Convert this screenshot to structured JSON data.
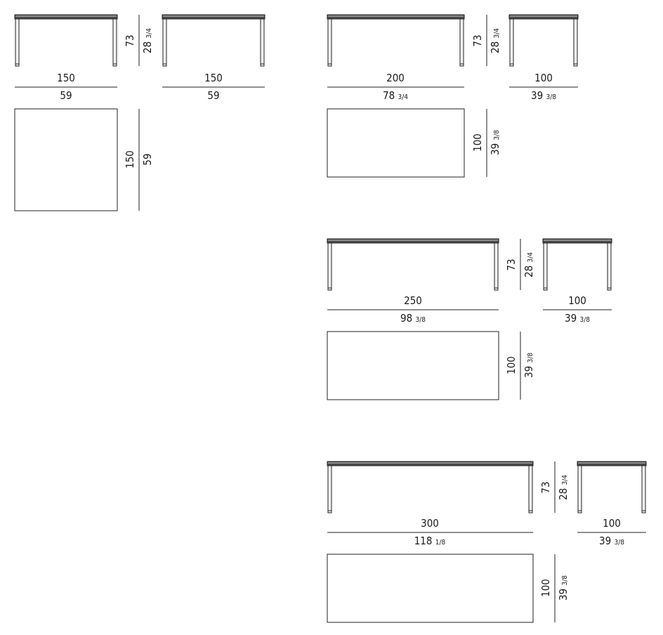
{
  "colors": {
    "stroke": "#222222",
    "top_fill": "#4a4a4a",
    "top_highlight": "#d0d0d0",
    "leg_fill": "#f2f2f2",
    "background": "#ffffff"
  },
  "units_note": "cm above line, inches below line",
  "groups": [
    {
      "id": "150",
      "height_cm": "73",
      "height_in": "28",
      "height_in_frac": "3/4",
      "front_width_cm": "150",
      "front_width_in": "59",
      "front_width_in_frac": "",
      "side_depth_cm": "150",
      "side_depth_in": "59",
      "side_depth_in_frac": "",
      "plan_depth_cm": "150",
      "plan_depth_in": "59",
      "plan_depth_in_frac": ""
    },
    {
      "id": "200",
      "height_cm": "73",
      "height_in": "28",
      "height_in_frac": "3/4",
      "front_width_cm": "200",
      "front_width_in": "78",
      "front_width_in_frac": "3/4",
      "side_depth_cm": "100",
      "side_depth_in": "39",
      "side_depth_in_frac": "3/8",
      "plan_depth_cm": "100",
      "plan_depth_in": "39",
      "plan_depth_in_frac": "3/8"
    },
    {
      "id": "250",
      "height_cm": "73",
      "height_in": "28",
      "height_in_frac": "3/4",
      "front_width_cm": "250",
      "front_width_in": "98",
      "front_width_in_frac": "3/8",
      "side_depth_cm": "100",
      "side_depth_in": "39",
      "side_depth_in_frac": "3/8",
      "plan_depth_cm": "100",
      "plan_depth_in": "39",
      "plan_depth_in_frac": "3/8"
    },
    {
      "id": "300",
      "height_cm": "73",
      "height_in": "28",
      "height_in_frac": "3/4",
      "front_width_cm": "300",
      "front_width_in": "118",
      "front_width_in_frac": "1/8",
      "side_depth_cm": "100",
      "side_depth_in": "39",
      "side_depth_in_frac": "3/8",
      "plan_depth_cm": "100",
      "plan_depth_in": "39",
      "plan_depth_in_frac": "3/8"
    }
  ]
}
